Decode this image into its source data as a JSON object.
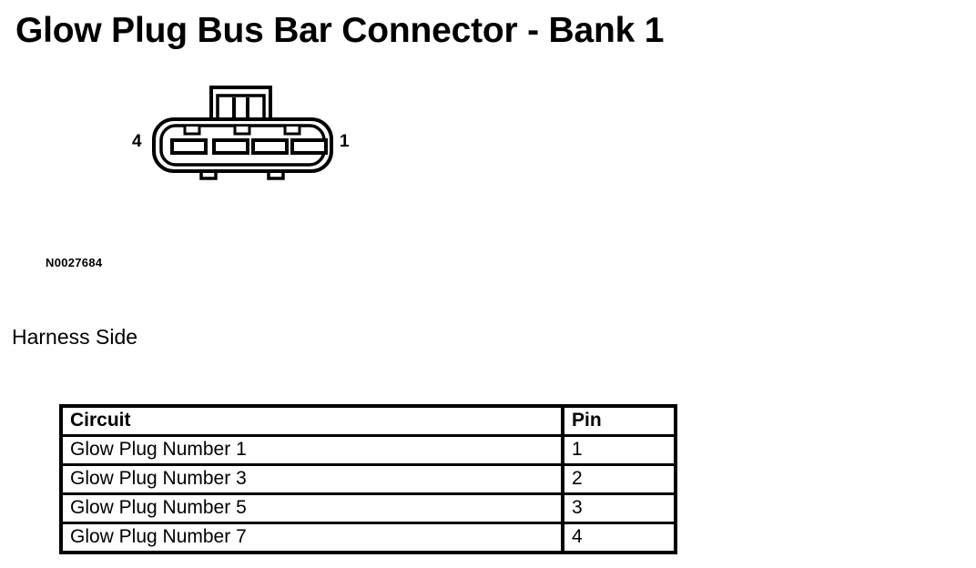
{
  "title": "Glow Plug Bus Bar Connector - Bank 1",
  "connector": {
    "name": "glow-plug-bus-bar-connector",
    "left_pin_label": "4",
    "right_pin_label": "1",
    "cavity_count": 4,
    "reference_code": "N0027684",
    "view_caption": "Harness Side",
    "line_color": "#000000"
  },
  "pin_table": {
    "columns": [
      "Circuit",
      "Pin"
    ],
    "rows": [
      {
        "circuit": "Glow Plug Number 1",
        "pin": "1"
      },
      {
        "circuit": "Glow Plug Number 3",
        "pin": "2"
      },
      {
        "circuit": "Glow Plug Number 5",
        "pin": "3"
      },
      {
        "circuit": "Glow Plug Number 7",
        "pin": "4"
      }
    ]
  }
}
